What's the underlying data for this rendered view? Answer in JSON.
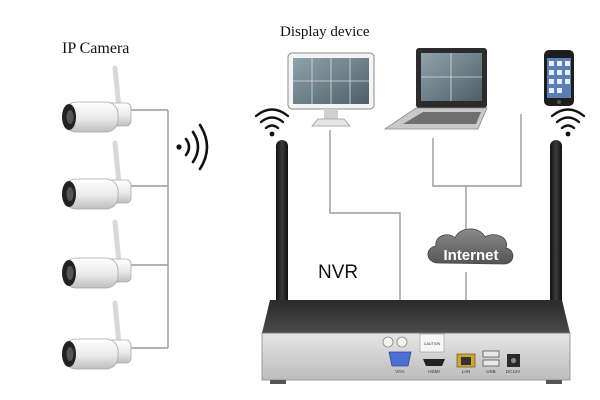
{
  "labels": {
    "ip_camera": "IP Camera",
    "display_device": "Display device",
    "nvr": "NVR",
    "internet": "Internet"
  },
  "nvr_panel": {
    "port_vga": "VGA",
    "port_hdmi": "HDMI",
    "port_lan": "LAN",
    "port_usb": "USB",
    "port_dc": "DC12V",
    "sticker": "CAUTION"
  },
  "colors": {
    "wire": "#9a9a9a",
    "nvr_top": "#3c3c3c",
    "nvr_front": "#d8d8d8",
    "antenna": "#1c1c1c",
    "cloud": "#6b6b6b",
    "camera_body": "#f2f2f2",
    "monitor_screen": "#6a7d86"
  },
  "icons": {
    "wifi_left": "wifi-signal-icon",
    "wifi_nvr_left": "wifi-signal-icon",
    "wifi_nvr_right": "wifi-signal-icon"
  }
}
